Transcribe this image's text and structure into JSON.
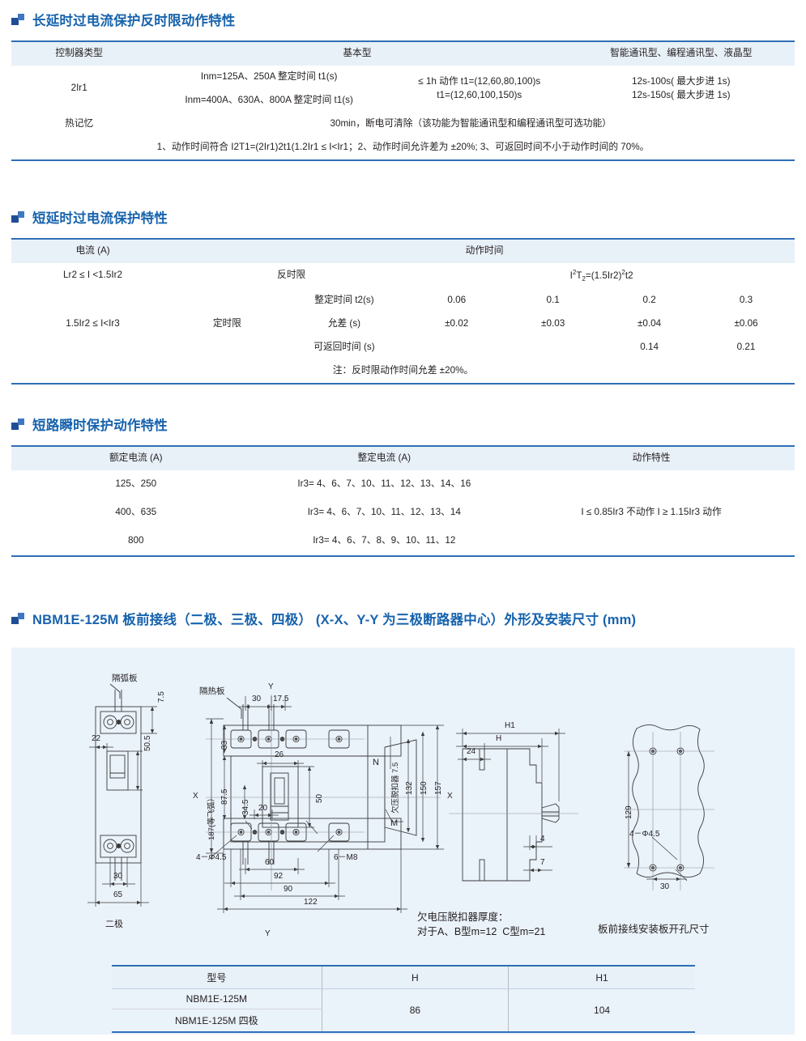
{
  "sections": {
    "s1": {
      "title": "长延时过电流保护反时限动作特性",
      "headers": [
        "控制器类型",
        "基本型",
        "智能通讯型、编程通讯型、液晶型"
      ],
      "row_label": "2Ir1",
      "sub_rows": [
        "Inm=125A、250A 整定时间 t1(s)",
        "Inm=400A、630A、800A 整定时间 t1(s)"
      ],
      "basic_value": "≤ 1h 动作  t1=(12,60,80,100)s\nt1=(12,60,100,150)s",
      "smart_value": "12s-100s( 最大步进 1s)\n12s-150s( 最大步进 1s)",
      "thermal_label": "热记忆",
      "thermal_value": "30min，断电可清除（该功能为智能通讯型和编程通讯型可选功能）",
      "note": "1、动作时间符合 I2T1=(2Ir1)2t1(1.2Ir1 ≤ I<Ir1；2、动作时间允许差为 ±20%;  3、可返回时间不小于动作时间的 70%。"
    },
    "s2": {
      "title": "短延时过电流保护特性",
      "headers": [
        "电流 (A)",
        "动作时间"
      ],
      "row1": {
        "current": "Lr2 ≤ I <1.5Ir2",
        "mode": "反时限",
        "formula_pre": "I",
        "formula_sup1": "2",
        "formula_mid": "T",
        "formula_sub": "2",
        "formula_post": "=(1.5Ir2)",
        "formula_sup2": "2",
        "formula_end": "t2"
      },
      "row2_current": "1.5Ir2 ≤ I<Ir3",
      "row2_mode": "定时限",
      "param_labels": [
        "整定时间 t2(s)",
        "允差 (s)",
        "可返回时间 (s)"
      ],
      "values": [
        [
          "0.06",
          "0.1",
          "0.2",
          "0.3"
        ],
        [
          "±0.02",
          "±0.03",
          "±0.04",
          "±0.06"
        ],
        [
          "",
          "",
          "0.14",
          "0.21"
        ]
      ],
      "note": "注：反时限动作时间允差 ±20%。"
    },
    "s3": {
      "title": "短路瞬时保护动作特性",
      "headers": [
        "额定电流 (A)",
        "整定电流 (A)",
        "动作特性"
      ],
      "rows": [
        {
          "rated": "125、250",
          "setting": "Ir3= 4、6、7、10、11、12、13、14、16"
        },
        {
          "rated": "400、635",
          "setting": "Ir3= 4、6、7、10、11、12、13、14"
        },
        {
          "rated": "800",
          "setting": "Ir3= 4、6、7、8、9、10、11、12"
        }
      ],
      "characteristic": "I ≤ 0.85Ir3 不动作  I ≥ 1.15Ir3 动作"
    },
    "s4": {
      "title": "NBM1E-125M 板前接线（二极、三极、四极）  (X-X、Y-Y 为三极断路器中心）外形及安装尺寸 (mm)",
      "drawing": {
        "two_pole": {
          "callout": "隔弧板",
          "caption": "二极",
          "dims": [
            "7.5",
            "22",
            "50.5",
            "30",
            "65"
          ]
        },
        "front": {
          "callout": "隔热板",
          "axis_top": "Y",
          "axis_bottom": "Y",
          "axis_left": "X",
          "axis_right": "X",
          "dims_top": [
            "30",
            "17.5"
          ],
          "dims_left": [
            "187(等飞弧）",
            "33",
            "87.5",
            "34.5"
          ],
          "dims_inner": [
            "26",
            "50",
            "20"
          ],
          "dims_right": [
            "欠压脱扣器 7.5",
            "132",
            "150",
            "157"
          ],
          "dims_bottom": [
            "60",
            "92",
            "90",
            "122"
          ],
          "holes_left": "4－Φ4.5",
          "holes_right": "6－M8",
          "neutral": "N",
          "m_label": "M"
        },
        "side": {
          "dims": [
            "H1",
            "H",
            "24",
            "4",
            "7"
          ],
          "caption": "欠电压脱扣器厚度：\n对于A、B型m=12  C型m=21"
        },
        "plate": {
          "dims": [
            "129",
            "30"
          ],
          "holes": "4－Φ4.5",
          "caption": "板前接线安装板开孔尺寸"
        }
      },
      "model_table": {
        "headers": [
          "型号",
          "H",
          "H1"
        ],
        "models": [
          "NBM1E-125M",
          "NBM1E-125M 四极"
        ],
        "h": "86",
        "h1": "104"
      }
    }
  },
  "colors": {
    "accent_blue": "#1763ad",
    "rule_blue": "#2f6fb5",
    "header_fill": "#e8f0f8",
    "panel_fill": "#eaf2fa"
  }
}
